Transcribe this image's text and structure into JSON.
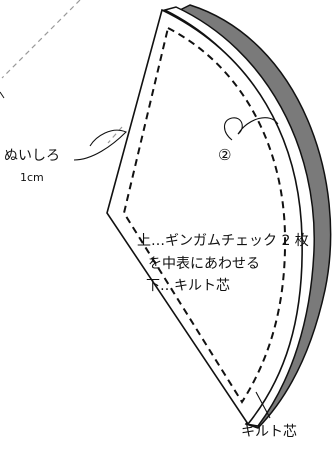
{
  "diagram": {
    "seam_allowance_label": "ぬいしろ",
    "seam_allowance_size": "1cm",
    "step_marker": "②",
    "layer_notes": [
      "上…ギンガムチェック 2 枚",
      "を中表にあわせる",
      "下…キルト芯"
    ],
    "quilt_core_label": "キルト芯"
  },
  "colors": {
    "outline": "#111111",
    "quilt_core_fill": "#7a7a7a",
    "reference_dashes": "#9a9a9a"
  }
}
